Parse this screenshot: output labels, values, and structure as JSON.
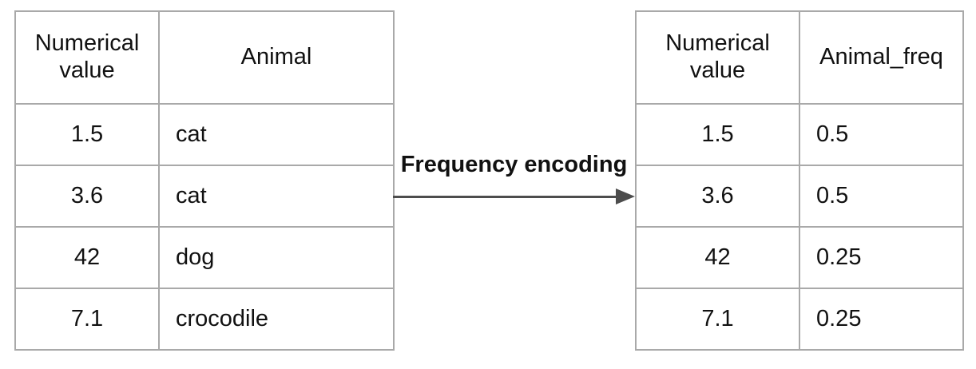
{
  "arrow": {
    "label": "Frequency encoding"
  },
  "source_table": {
    "headers": [
      "Numerical value",
      "Animal"
    ],
    "rows": [
      [
        "1.5",
        "cat"
      ],
      [
        "3.6",
        "cat"
      ],
      [
        "42",
        "dog"
      ],
      [
        "7.1",
        "crocodile"
      ]
    ]
  },
  "encoded_table": {
    "headers": [
      "Numerical value",
      "Animal_freq"
    ],
    "rows": [
      [
        "1.5",
        "0.5"
      ],
      [
        "3.6",
        "0.5"
      ],
      [
        "42",
        "0.25"
      ],
      [
        "7.1",
        "0.25"
      ]
    ]
  },
  "colors": {
    "table_border": "#a9a9a9",
    "arrow": "#4d4d4d",
    "text": "#111111",
    "background": "#ffffff"
  }
}
